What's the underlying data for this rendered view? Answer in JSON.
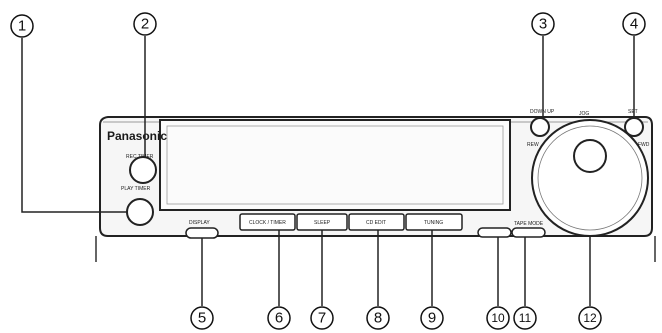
{
  "brand": "Panasonic",
  "labels": {
    "rec_timer": "REC TIMER",
    "play_timer": "PLAY TIMER",
    "display": "DISPLAY",
    "clock_timer": "CLOCK / TIMER",
    "sleep": "SLEEP",
    "cd_edit": "CD EDIT",
    "tuning": "TUNING",
    "tape_mode": "TAPE MODE",
    "down_up": "DOWN UP",
    "rew": "REW",
    "ffwd": "FWD",
    "jog": "JOG",
    "set": "SET"
  },
  "callouts": [
    "1",
    "2",
    "3",
    "4",
    "5",
    "6",
    "7",
    "8",
    "9",
    "10",
    "11",
    "12"
  ]
}
